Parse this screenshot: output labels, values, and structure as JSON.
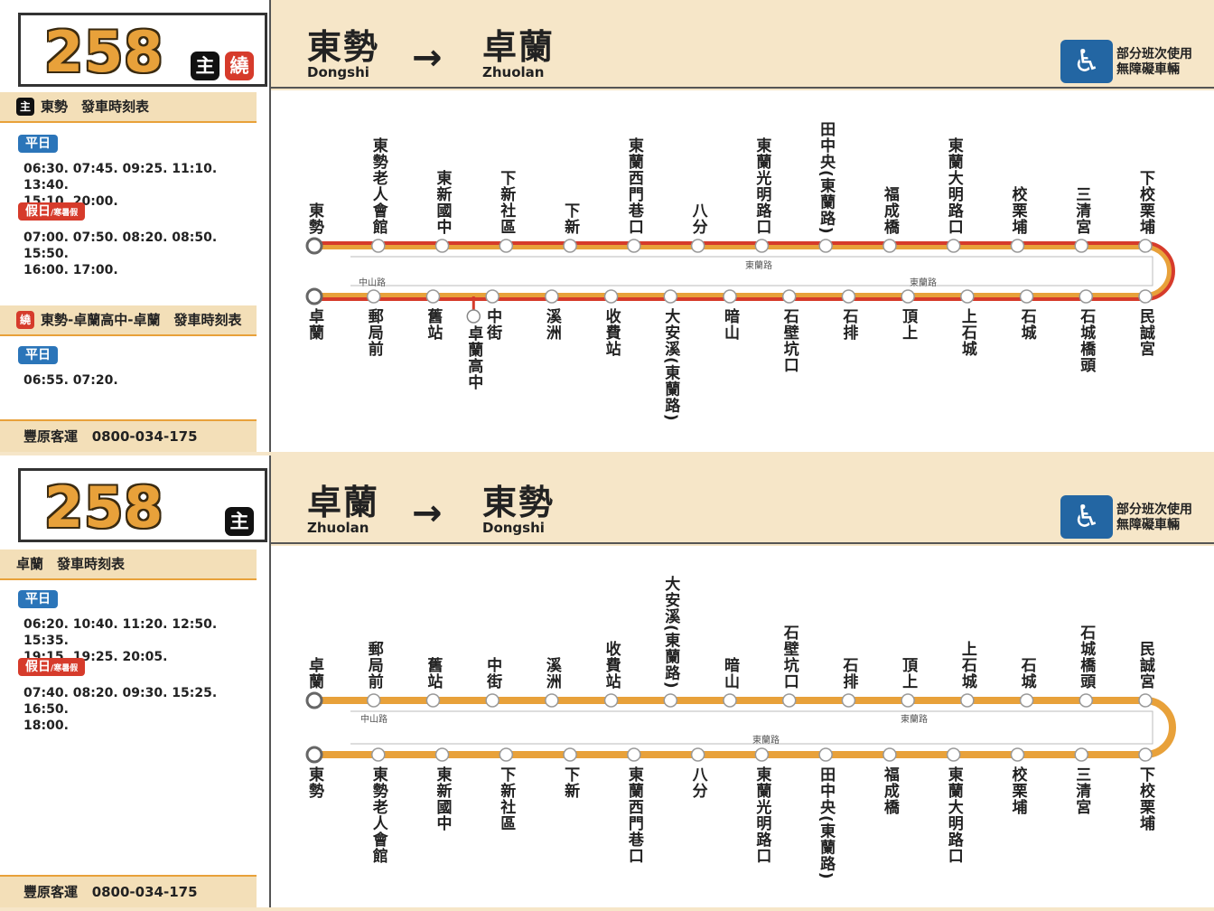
{
  "operator": {
    "name": "豐原客運",
    "phone": "0800-034-175"
  },
  "accessibility_text": [
    "部分班次使用",
    "無障礙車輛"
  ],
  "direction_arrow": "→",
  "colors": {
    "main_line": "#e8a13a",
    "loop_line": "#d63b2b",
    "weekday": "#2b75b9",
    "holiday": "#d63b2b",
    "accessible": "#2366a3"
  },
  "icons": [
    "wheelchair-icon",
    "arrow-right-icon"
  ],
  "panels": [
    {
      "route": "258",
      "badges": [
        "主",
        "繞"
      ],
      "from": {
        "zh": "東勢",
        "en": "Dongshi"
      },
      "to": {
        "zh": "卓蘭",
        "en": "Zhuolan"
      },
      "timetables": [
        {
          "badge": "主",
          "title": "東勢　發車時刻表",
          "blocks": [
            {
              "kind": "weekday",
              "label": "平日",
              "times": [
                "06:30. 07:45. 09:25. 11:10. 13:40.",
                "15:10. 20:00."
              ]
            },
            {
              "kind": "holiday",
              "label": "假日",
              "sub": "/寒暑假",
              "times": [
                "07:00. 07:50. 08:20. 08:50. 15:50.",
                "16:00. 17:00."
              ]
            }
          ]
        },
        {
          "badge": "繞",
          "title": "東勢-卓蘭高中-卓蘭　發車時刻表",
          "blocks": [
            {
              "kind": "weekday",
              "label": "平日",
              "times": [
                "06:55. 07:20."
              ]
            }
          ]
        }
      ],
      "top_stops": [
        "東勢",
        "東勢老人會館",
        "東新國中",
        "下新社區",
        "下新",
        "東蘭西門巷口",
        "八分",
        "東蘭光明路口",
        "田中央(東蘭路)",
        "福成橋",
        "東蘭大明路口",
        "校栗埔",
        "三清宮",
        "下校栗埔"
      ],
      "bottom_stops": [
        "卓蘭",
        "郵局前",
        "舊站",
        "中街",
        "溪洲",
        "收費站",
        "大安溪(東蘭路)",
        "暗山",
        "石壁坑口",
        "石排",
        "頂上",
        "上石城",
        "石城",
        "石城橋頭",
        "民誠宮"
      ],
      "detour_stop": "卓蘭高中",
      "roads": [
        {
          "name": "東蘭路",
          "row": "top"
        },
        {
          "name": "中山路",
          "row": "bottom"
        },
        {
          "name": "東蘭路",
          "row": "bottom"
        }
      ]
    },
    {
      "route": "258",
      "badges": [
        "主"
      ],
      "from": {
        "zh": "卓蘭",
        "en": "Zhuolan"
      },
      "to": {
        "zh": "東勢",
        "en": "Dongshi"
      },
      "timetables": [
        {
          "badge": "",
          "title": "卓蘭　發車時刻表",
          "blocks": [
            {
              "kind": "weekday",
              "label": "平日",
              "times": [
                "06:20. 10:40. 11:20. 12:50. 15:35.",
                "19:15. 19:25. 20:05."
              ]
            },
            {
              "kind": "holiday",
              "label": "假日",
              "sub": "/寒暑假",
              "times": [
                "07:40. 08:20. 09:30. 15:25. 16:50.",
                "18:00."
              ]
            }
          ]
        }
      ],
      "top_stops": [
        "卓蘭",
        "郵局前",
        "舊站",
        "中街",
        "溪洲",
        "收費站",
        "大安溪(東蘭路)",
        "暗山",
        "石壁坑口",
        "石排",
        "頂上",
        "上石城",
        "石城",
        "石城橋頭",
        "民誠宮"
      ],
      "bottom_stops": [
        "東勢",
        "東勢老人會館",
        "東新國中",
        "下新社區",
        "下新",
        "東蘭西門巷口",
        "八分",
        "東蘭光明路口",
        "田中央(東蘭路)",
        "福成橋",
        "東蘭大明路口",
        "校栗埔",
        "三清宮",
        "下校栗埔"
      ],
      "roads": [
        {
          "name": "中山路",
          "row": "top"
        },
        {
          "name": "東蘭路",
          "row": "top"
        },
        {
          "name": "東蘭路",
          "row": "bottom"
        }
      ]
    }
  ]
}
